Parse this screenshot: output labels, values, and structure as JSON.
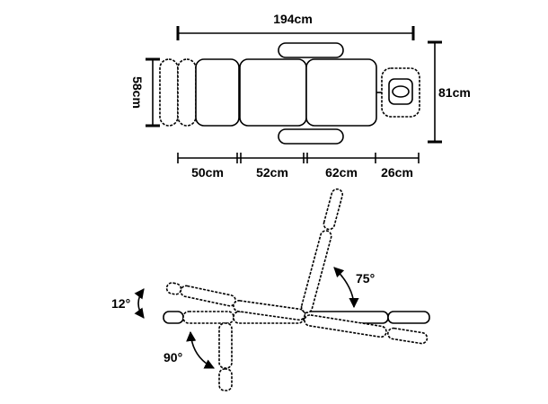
{
  "top_view": {
    "length_label": "194cm",
    "width_label": "58cm",
    "arms_width_label": "81cm",
    "segments": [
      "50cm",
      "52cm",
      "62cm",
      "26cm"
    ]
  },
  "side_view": {
    "angle_leg": "12°",
    "angle_leg_drop": "90°",
    "angle_back": "75°"
  },
  "colors": {
    "ink": "#000000",
    "background": "#ffffff"
  }
}
